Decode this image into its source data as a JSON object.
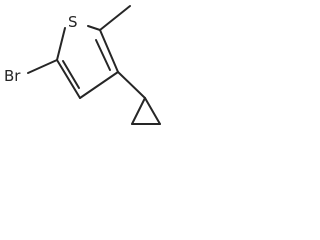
{
  "figure": {
    "type": "chemical-structure",
    "colors": {
      "bond": "#262626",
      "label": "#262626",
      "background": "#ffffff"
    }
  },
  "atoms": {
    "sulfur": "S",
    "bromine": "Br"
  }
}
